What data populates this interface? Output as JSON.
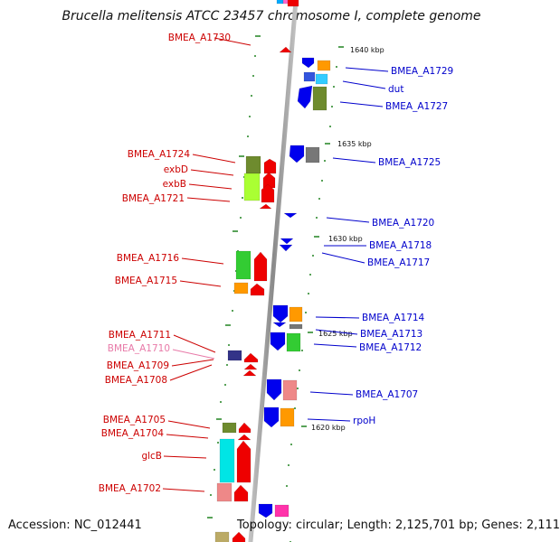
{
  "title": "Brucella melitensis ATCC 23457 chromosome I, complete genome",
  "footer": {
    "accession": "Accession: NC_012441",
    "topology": "Topology: circular; Length: 2,125,701 bp; Genes: 2,111"
  },
  "colors": {
    "forward_label": "#cc0000",
    "reverse_label": "#0000cc",
    "highlight_label": "#e87aa8",
    "backbone": "#999999",
    "tick": "#2e8b2e"
  },
  "kbp_marks": [
    "1640 kbp",
    "1635 kbp",
    "1630 kbp",
    "1625 kbp",
    "1620 kbp"
  ],
  "genes_left": [
    {
      "name": "BMEA_A1730"
    },
    {
      "name": "BMEA_A1724"
    },
    {
      "name": "exbD"
    },
    {
      "name": "exbB"
    },
    {
      "name": "BMEA_A1721"
    },
    {
      "name": "BMEA_A1716"
    },
    {
      "name": "BMEA_A1715"
    },
    {
      "name": "BMEA_A1711"
    },
    {
      "name": "BMEA_A1710"
    },
    {
      "name": "BMEA_A1709"
    },
    {
      "name": "BMEA_A1708"
    },
    {
      "name": "BMEA_A1705"
    },
    {
      "name": "BMEA_A1704"
    },
    {
      "name": "glcB"
    },
    {
      "name": "BMEA_A1702"
    }
  ],
  "genes_right": [
    {
      "name": "BMEA_A1729"
    },
    {
      "name": "dut"
    },
    {
      "name": "BMEA_A1727"
    },
    {
      "name": "BMEA_A1725"
    },
    {
      "name": "BMEA_A1720"
    },
    {
      "name": "BMEA_A1718"
    },
    {
      "name": "BMEA_A1717"
    },
    {
      "name": "BMEA_A1714"
    },
    {
      "name": "BMEA_A1713"
    },
    {
      "name": "BMEA_A1712"
    },
    {
      "name": "BMEA_A1707"
    },
    {
      "name": "rpoH"
    }
  ]
}
